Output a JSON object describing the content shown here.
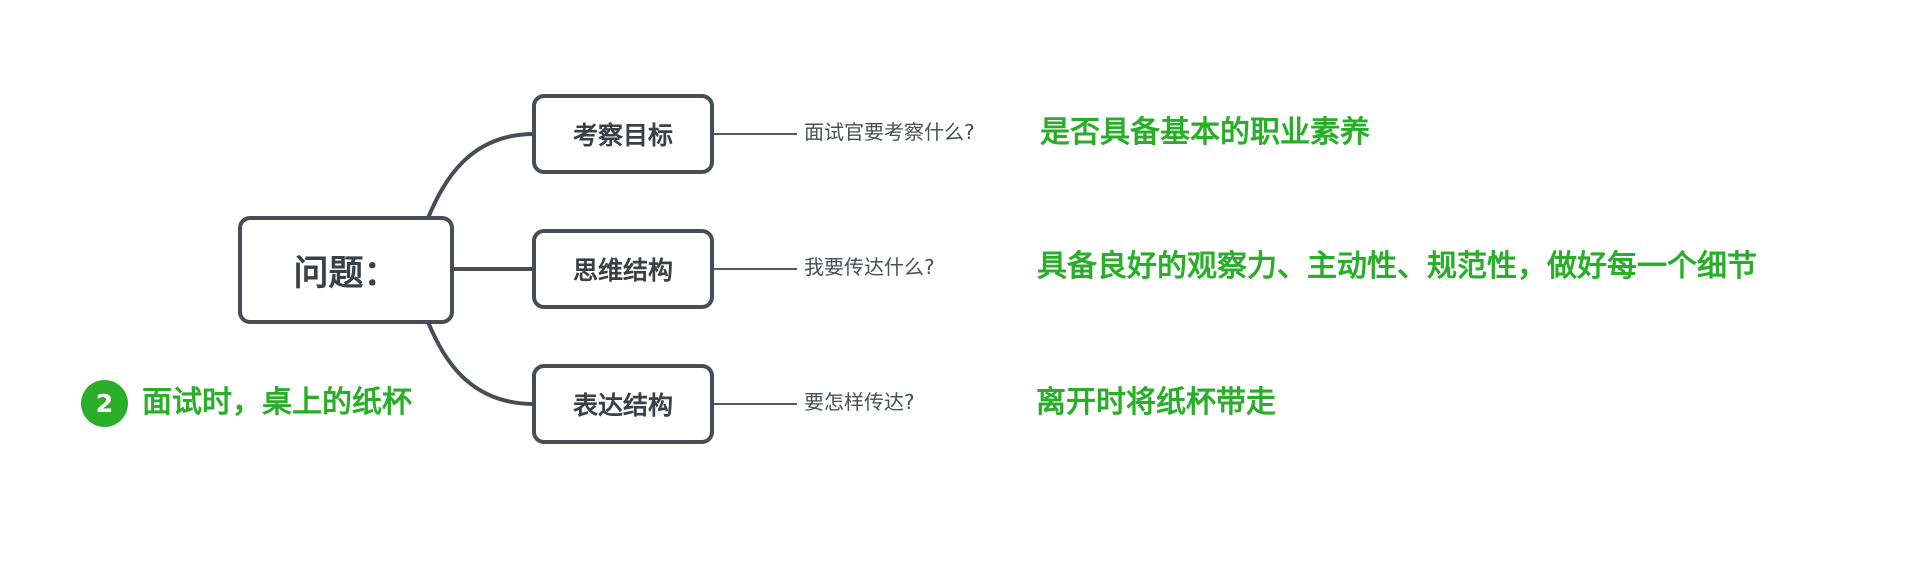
{
  "mindmap": {
    "root": {
      "label": "问题："
    },
    "branches": [
      {
        "label": "考察目标",
        "question": "面试官要考察什么?",
        "answer": "是否具备基本的职业素养"
      },
      {
        "label": "思维结构",
        "question": "我要传达什么?",
        "answer": "具备良好的观察力、主动性、规范性，做好每一个细节"
      },
      {
        "label": "表达结构",
        "question": "要怎样传达?",
        "answer": "离开时将纸杯带走"
      }
    ]
  },
  "scenario": {
    "number": "2",
    "text": "面试时，桌上的纸杯"
  },
  "colors": {
    "box_border": "#474c55",
    "connector": "#474c55",
    "question_text": "#4a4e55",
    "answer_text": "#2aae2a",
    "badge_background": "#2aae2a"
  }
}
